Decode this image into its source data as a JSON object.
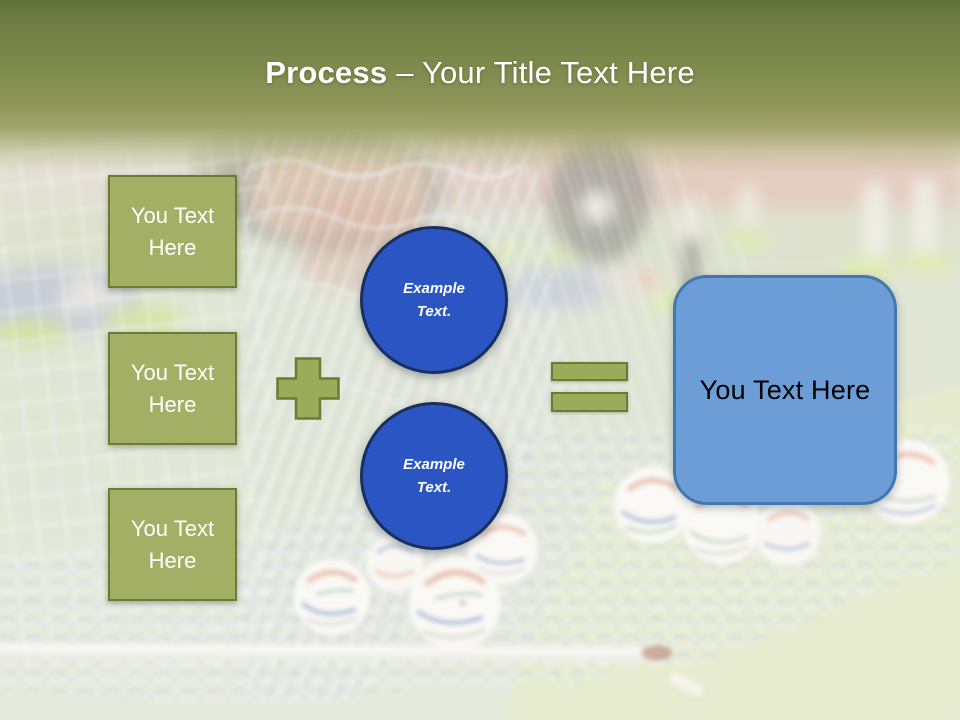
{
  "title": {
    "bold": "Process",
    "rest": "– Your Title Text Here"
  },
  "left_boxes": [
    {
      "label": "You Text Here"
    },
    {
      "label": "You Text Here"
    },
    {
      "label": "You Text Here"
    }
  ],
  "circles": [
    {
      "label": "Example Text."
    },
    {
      "label": "Example Text."
    }
  ],
  "result_box": {
    "label": "You Text Here"
  },
  "icons": {
    "plus": "plus-icon",
    "equals": "equals-icon"
  },
  "colors": {
    "header_olive": "#6d7b43",
    "olive_box_fill": "#a2af64",
    "olive_border": "#6c7a38",
    "operator_fill": "#9cab5a",
    "circle_fill": "#2b55c3",
    "circle_border": "#17305e",
    "result_fill": "#6d9dd6",
    "result_border": "#4278b0",
    "title_text": "#ffffff",
    "box_text": "#ffffff",
    "result_text": "#000000"
  }
}
